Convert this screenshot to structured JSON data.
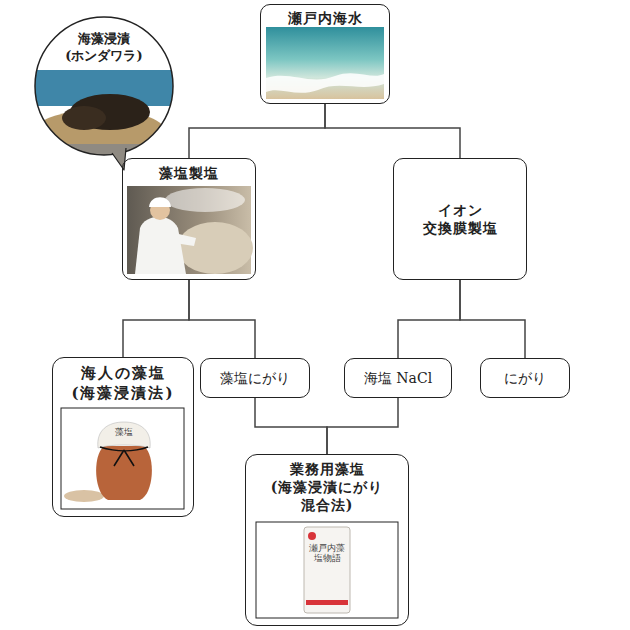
{
  "diagram": {
    "nodes": [
      {
        "text": [
          "瀬戸内海水"
        ]
      },
      {
        "text": [
          "海藻浸漬 (ホンダワラ)"
        ]
      },
      {
        "text": [
          "藻塩製塩"
        ]
      },
      {
        "text": [
          "イオン 交換膜製塩"
        ]
      },
      {
        "text": [
          "海人の藻塩 (海藻浸漬法)"
        ]
      },
      {
        "text": [
          "藻塩にがり"
        ]
      },
      {
        "text": [
          "海塩 NaCl"
        ]
      },
      {
        "text": [
          "にがり"
        ]
      },
      {
        "text": [
          "業務用藻塩 (海藻浸漬にがり 混合法)"
        ]
      }
    ],
    "edges": [
      {
        "from": 0,
        "to": 2,
        "arrow": "none"
      },
      {
        "from": 0,
        "to": 3,
        "arrow": "none"
      },
      {
        "from": 2,
        "to": 4,
        "arrow": "none"
      },
      {
        "from": 2,
        "to": 5,
        "arrow": "none"
      },
      {
        "from": 3,
        "to": 6,
        "arrow": "none"
      },
      {
        "from": 3,
        "to": 7,
        "arrow": "none"
      },
      {
        "from": 5,
        "to": 8,
        "arrow": "none"
      },
      {
        "from": 6,
        "to": 8,
        "arrow": "none"
      }
    ],
    "labels": [
      "藻塩",
      "瀬戸内藻塩物語"
    ]
  }
}
